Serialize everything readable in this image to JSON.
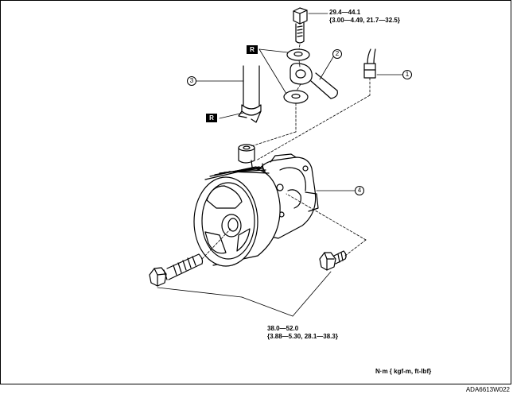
{
  "torque_top": {
    "line1": "29.4—44.1",
    "line2": "{3.00—4.49, 21.7—32.5}"
  },
  "torque_bottom": {
    "line1": "38.0—52.0",
    "line2": "{3.88—5.30, 28.1—38.3}"
  },
  "units": "N·m { kgf-m, ft-lbf}",
  "figure_code": "ADA6613W022",
  "callouts": [
    "1",
    "2",
    "3",
    "4"
  ],
  "replace_badge": "R"
}
